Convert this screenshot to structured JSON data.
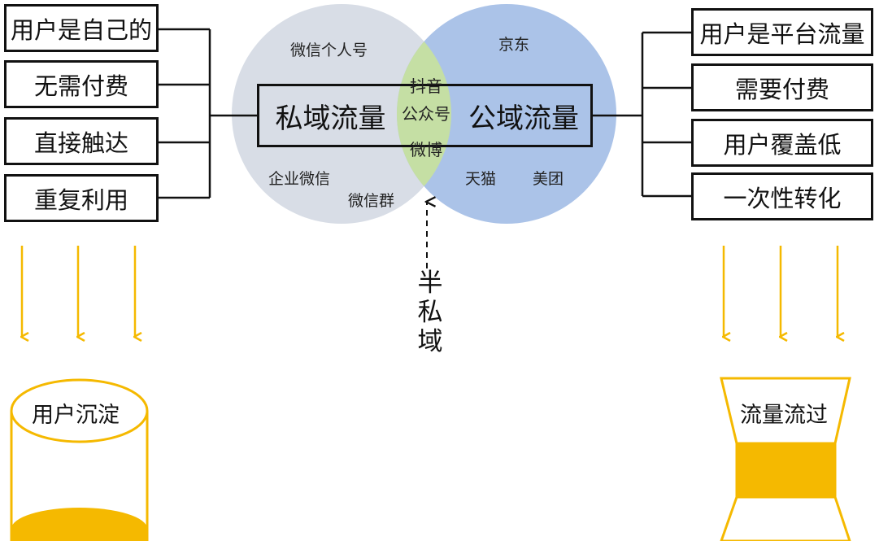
{
  "left_features": [
    "用户是自己的",
    "无需付费",
    "直接触达",
    "重复利用"
  ],
  "right_features": [
    "用户是平台流量",
    "需要付费",
    "用户覆盖低",
    "一次性转化"
  ],
  "private_traffic": "私域流量",
  "public_traffic": "公域流量",
  "private_channels": {
    "wechat_personal": "微信个人号",
    "wecom": "企业微信",
    "wechat_group": "微信群"
  },
  "public_channels": {
    "jd": "京东",
    "tmall": "天猫",
    "meituan": "美团"
  },
  "semi_private_channels": [
    "抖音",
    "公众号",
    "微博"
  ],
  "semi_private_label": [
    "半",
    "私",
    "域"
  ],
  "left_outcome": "用户沉淀",
  "right_outcome": "流量流过",
  "colors": {
    "private_circle": "#d8dde6",
    "public_circle": "#abc3e8",
    "overlap": "#c5dfa4",
    "arrow": "#f5b900",
    "border": "#111111"
  }
}
